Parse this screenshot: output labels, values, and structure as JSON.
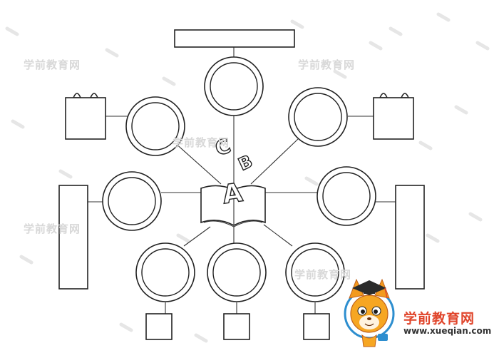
{
  "watermark": {
    "text": "学前教育网"
  },
  "brand": {
    "name": "学前教育网",
    "url": "www.xueqian.com",
    "accent_color": "#e0452b",
    "mascot_icon": "fox-graduate-icon"
  },
  "book_letters": [
    "A",
    "B",
    "C"
  ]
}
